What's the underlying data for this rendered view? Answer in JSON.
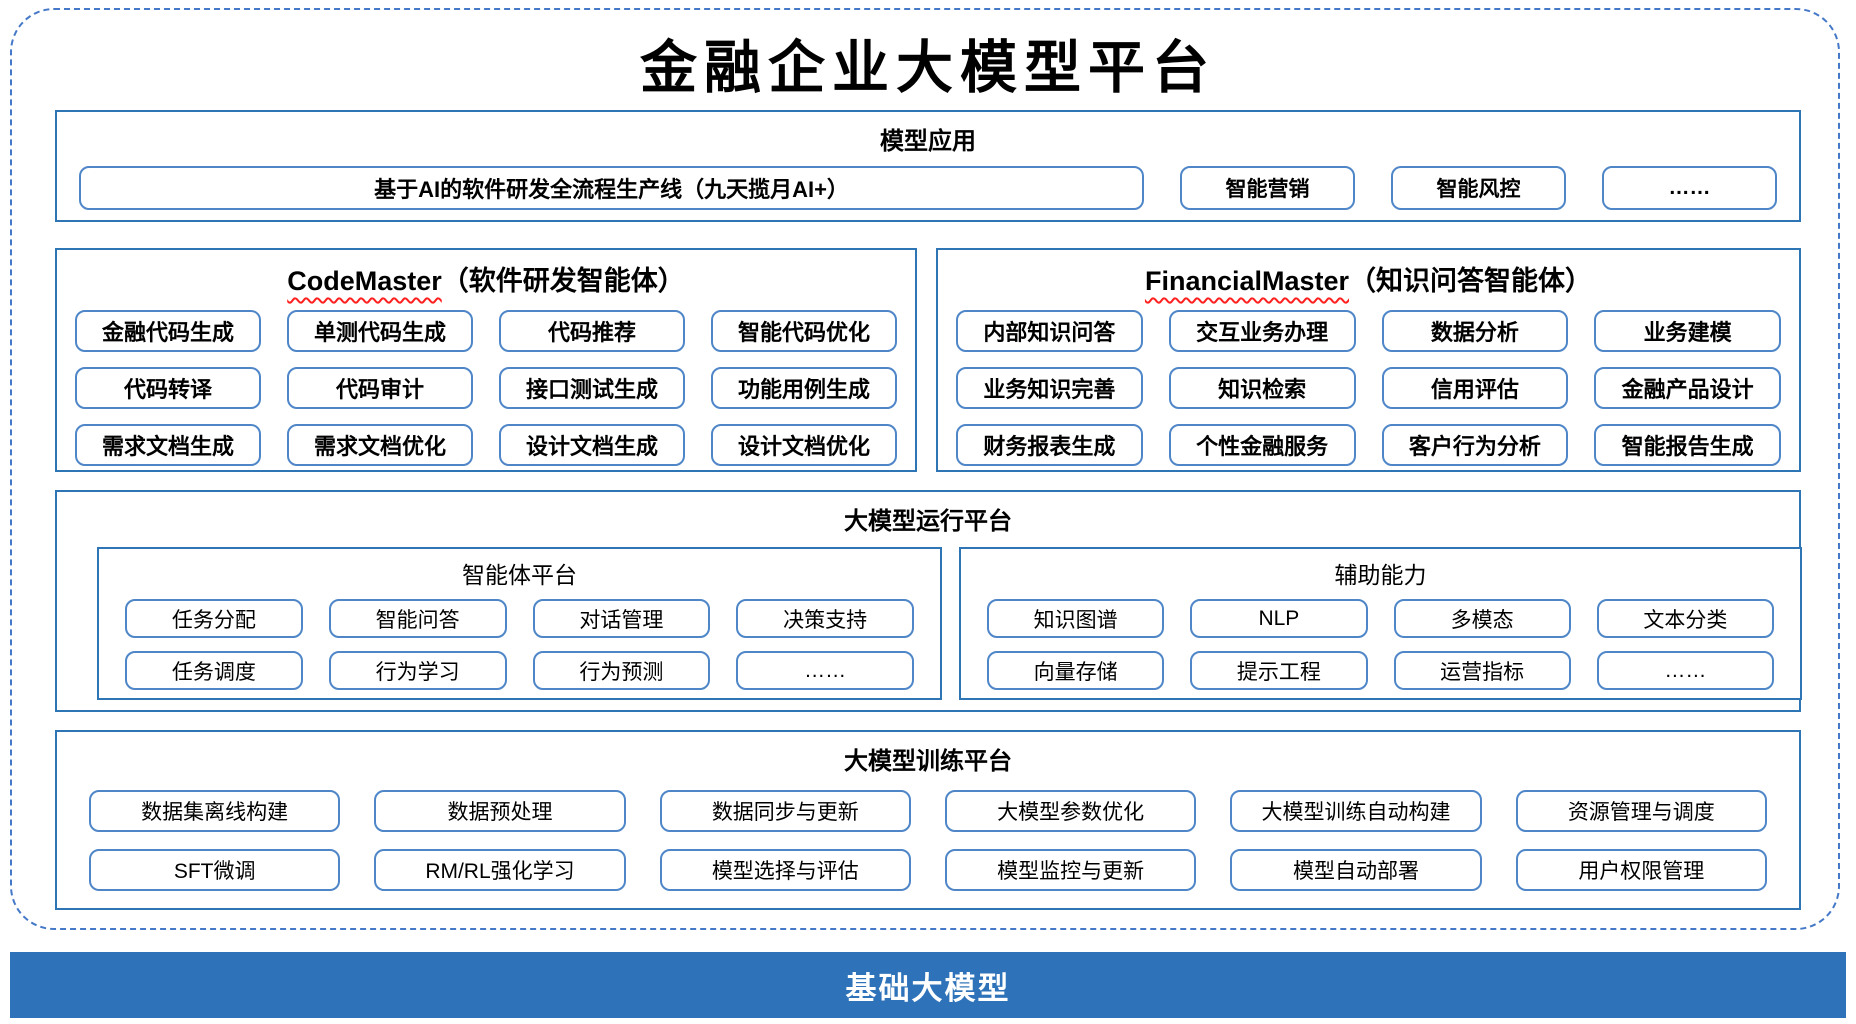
{
  "page_title": "金融企业大模型平台",
  "colors": {
    "outer_dashed_border": "#4579C8",
    "section_border": "#2E75B6",
    "item_border": "#4E86C8",
    "squiggle_red": "#FF2020",
    "footer_bg": "#2E73B9",
    "footer_text": "#FFFFFF"
  },
  "sections": {
    "model_app": {
      "header": "模型应用",
      "main_item": "基于AI的软件研发全流程生产线（九天揽月AI+）",
      "items": [
        "智能营销",
        "智能风控",
        "……"
      ]
    },
    "code_master": {
      "name": "CodeMaster",
      "subtitle": "（软件研发智能体）",
      "items": [
        "金融代码生成",
        "单测代码生成",
        "代码推荐",
        "智能代码优化",
        "代码转译",
        "代码审计",
        "接口测试生成",
        "功能用例生成",
        "需求文档生成",
        "需求文档优化",
        "设计文档生成",
        "设计文档优化"
      ]
    },
    "financial_master": {
      "name": "FinancialMaster",
      "subtitle": "（知识问答智能体）",
      "items": [
        "内部知识问答",
        "交互业务办理",
        "数据分析",
        "业务建模",
        "业务知识完善",
        "知识检索",
        "信用评估",
        "金融产品设计",
        "财务报表生成",
        "个性金融服务",
        "客户行为分析",
        "智能报告生成"
      ]
    },
    "runtime": {
      "header": "大模型运行平台",
      "agent_platform": {
        "header": "智能体平台",
        "items": [
          "任务分配",
          "智能问答",
          "对话管理",
          "决策支持",
          "任务调度",
          "行为学习",
          "行为预测",
          "……"
        ]
      },
      "aux_ability": {
        "header": "辅助能力",
        "items": [
          "知识图谱",
          "NLP",
          "多模态",
          "文本分类",
          "向量存储",
          "提示工程",
          "运营指标",
          "……"
        ]
      }
    },
    "training": {
      "header": "大模型训练平台",
      "items": [
        "数据集离线构建",
        "数据预处理",
        "数据同步与更新",
        "大模型参数优化",
        "大模型训练自动构建",
        "资源管理与调度",
        "SFT微调",
        "RM/RL强化学习",
        "模型选择与评估",
        "模型监控与更新",
        "模型自动部署",
        "用户权限管理"
      ]
    },
    "footer": {
      "label": "基础大模型"
    }
  }
}
